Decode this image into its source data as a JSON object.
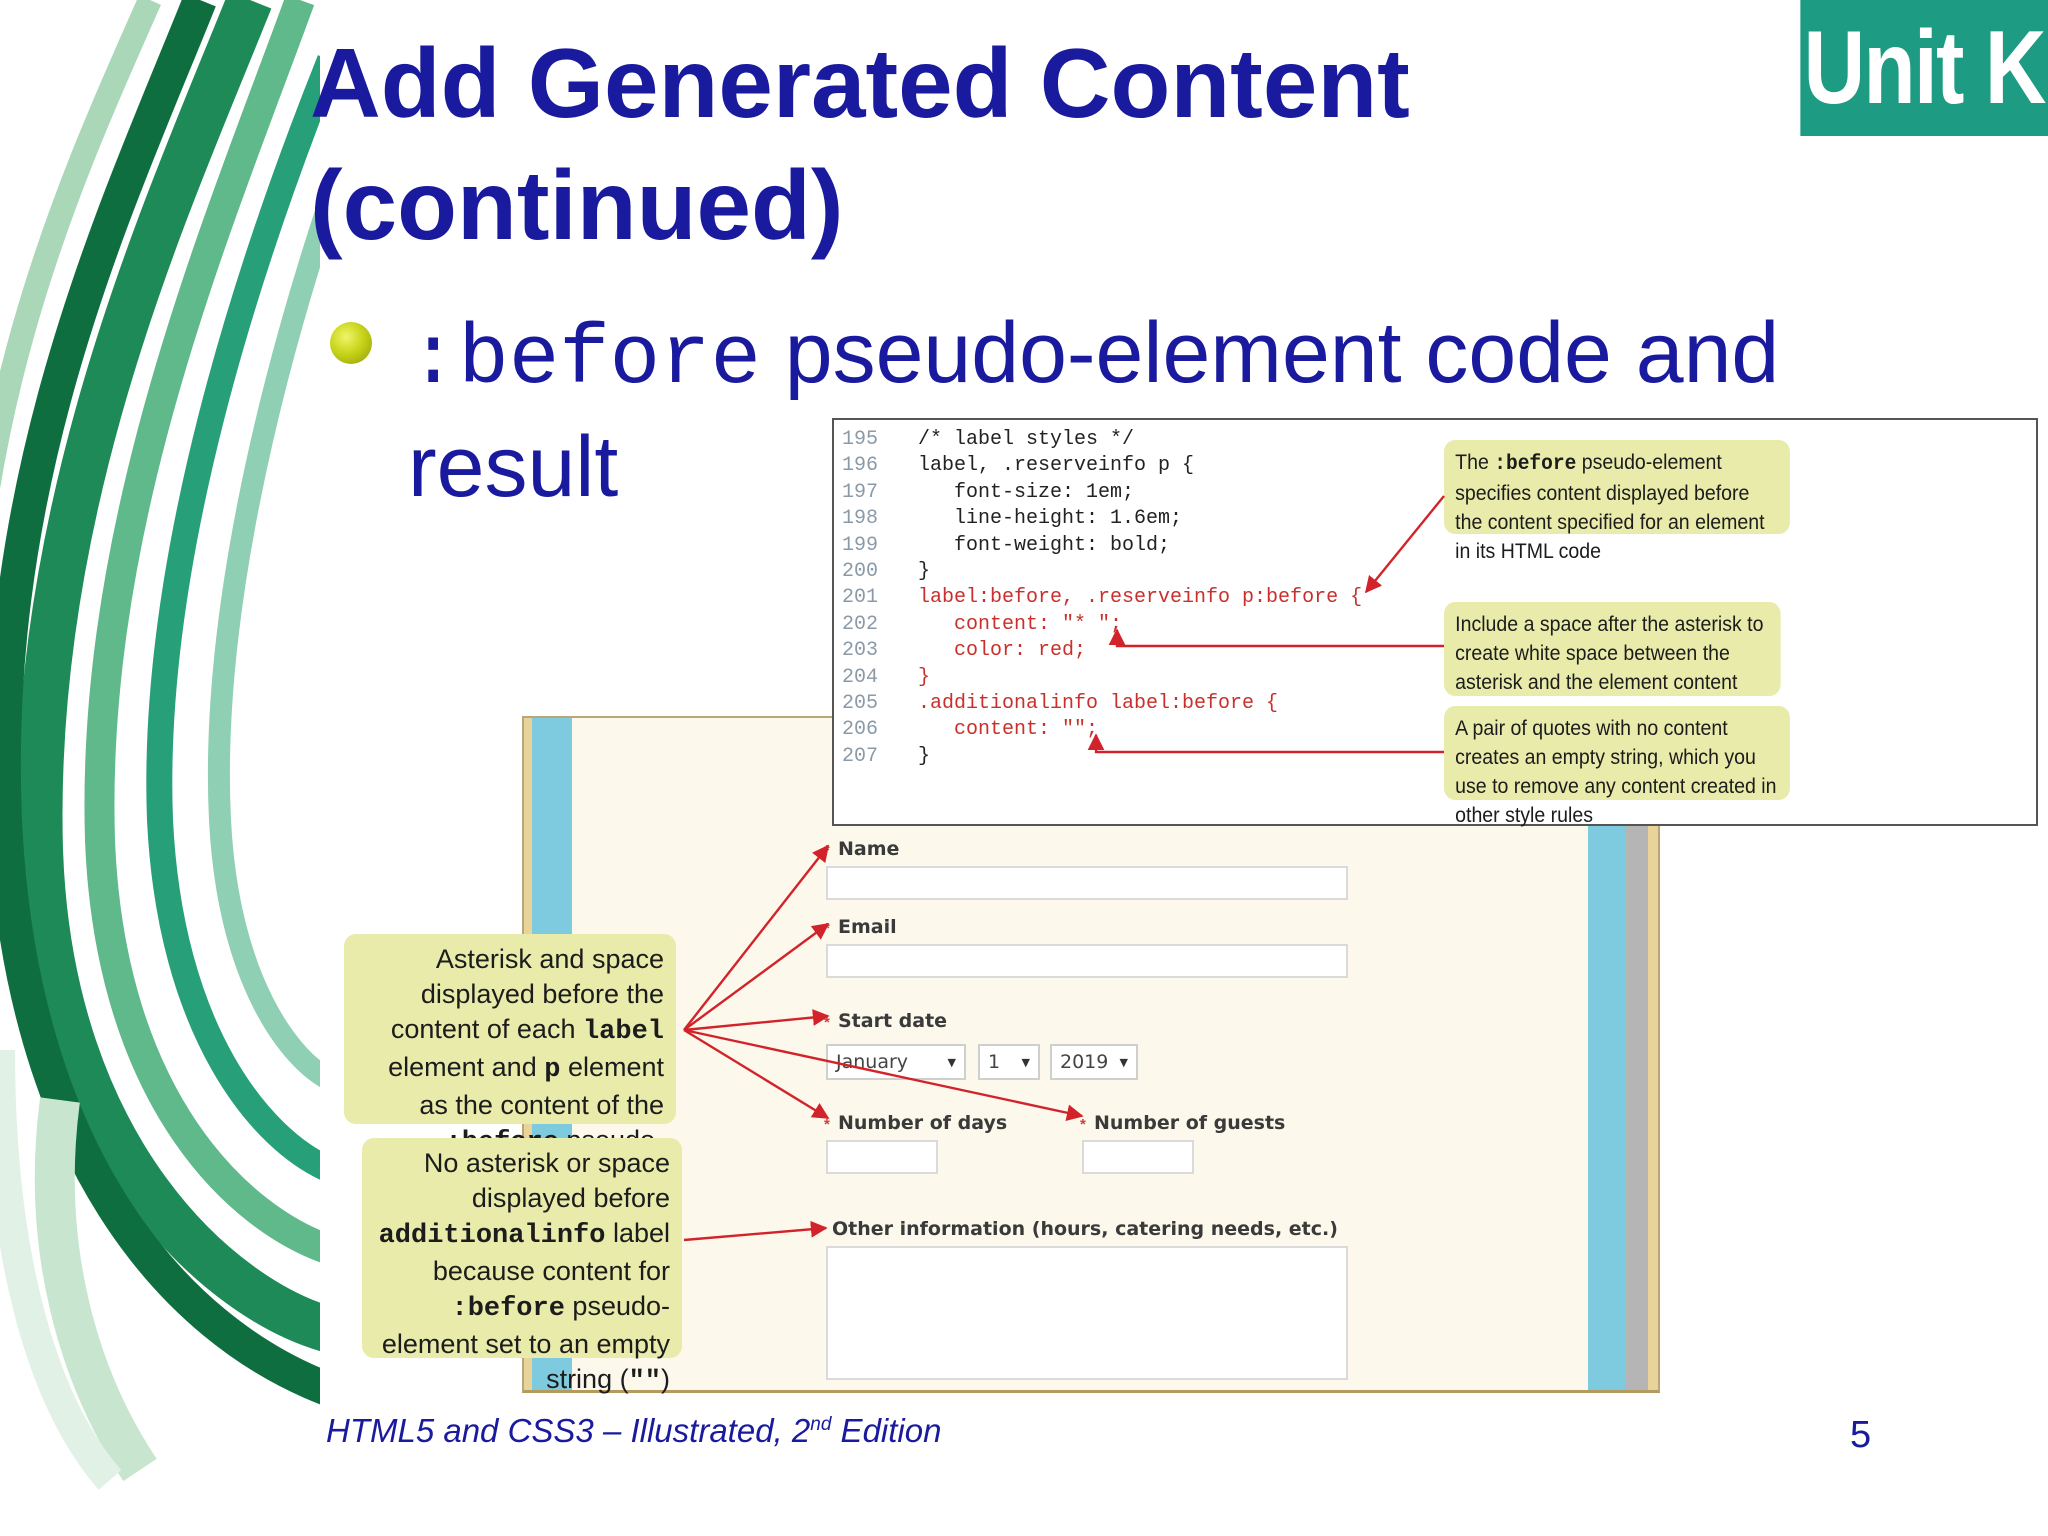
{
  "badge": {
    "text": "Unit K"
  },
  "title": {
    "line1": "Add Generated Content",
    "line2": "(continued)"
  },
  "bullet": {
    "code": ":before",
    "text_after": " pseudo-element code and",
    "line2": "result"
  },
  "code": {
    "lines": [
      {
        "num": "195",
        "text": "/* label styles */"
      },
      {
        "num": "196",
        "text": "label, .reserveinfo p {"
      },
      {
        "num": "197",
        "text": "   font-size: 1em;"
      },
      {
        "num": "198",
        "text": "   line-height: 1.6em;"
      },
      {
        "num": "199",
        "text": "   font-weight: bold;"
      },
      {
        "num": "200",
        "text": "}"
      },
      {
        "num": "201",
        "text": "label:before, .reserveinfo p:before {"
      },
      {
        "num": "202",
        "text": "   content: \"* \";"
      },
      {
        "num": "203",
        "text": "   color: red;"
      },
      {
        "num": "204",
        "text": "}"
      },
      {
        "num": "205",
        "text": ".additionalinfo label:before {"
      },
      {
        "num": "206",
        "text": "   content: \"\";"
      },
      {
        "num": "207",
        "text": "}"
      }
    ]
  },
  "callouts": {
    "c1": {
      "a": "The ",
      "code": ":before",
      "b": " pseudo-element specifies content displayed before the content specified for an element in its HTML code"
    },
    "c2": {
      "text": "Include a space after the asterisk to create white space between the asterisk and the element content"
    },
    "c3": {
      "text": "A pair of quotes with no content creates an empty string, which you use to remove any content created in other style rules"
    },
    "c4": {
      "a": "Asterisk and space displayed before the content of each",
      "code1": "label",
      "b": " element and ",
      "code2": "p",
      "c": "element as the content of the",
      "code3": ":before",
      "d": " pseudo-element"
    },
    "c5": {
      "a": "No asterisk or space displayed before",
      "code1": "additionalinfo",
      "b": " label because content for",
      "code2": ":before",
      "c": " pseudo-element set to an empty string (",
      "code3": "\"\"",
      "d": ")"
    }
  },
  "form": {
    "name_label": "Name",
    "email_label": "Email",
    "start_label": "Start date",
    "month": "January",
    "day": "1",
    "year": "2019",
    "days_label": "Number of days",
    "guests_label": "Number of guests",
    "other_label": "Other information (hours, catering needs, etc.)",
    "star": "*"
  },
  "footer": {
    "text": "HTML5 and CSS3 – Illustrated, 2",
    "sup": "nd",
    "text2": " Edition"
  },
  "page_number": "5",
  "colors": {
    "title": "#1a1a9e",
    "badge": "#1e9c83",
    "callout": "#e8ebaa",
    "arrow": "#d2232a",
    "stripe_green": "#2a8a52"
  }
}
